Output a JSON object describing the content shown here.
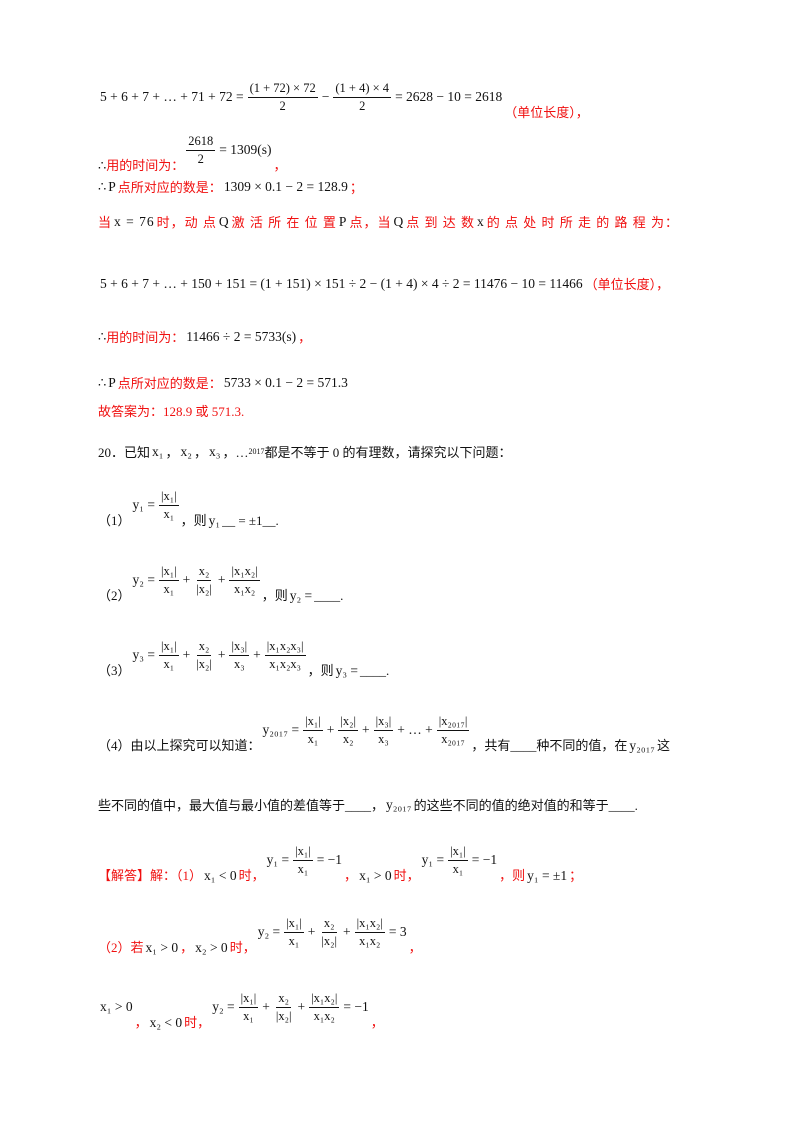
{
  "lines": [
    [
      {
        "m": "5 + 6 + 7 + … + 71 + 72 ="
      },
      {
        "f": [
          "(1 + 72) × 72",
          "2"
        ]
      },
      {
        "m": "−"
      },
      {
        "f": [
          "(1 + 4) × 4",
          "2"
        ]
      },
      {
        "m": "= 2628 − 10 = 2618"
      },
      {
        "r": "      （单位长度），"
      }
    ],
    [
      {
        "t": "∴"
      },
      {
        "r": "用的时间为：   "
      },
      {
        "f": [
          "2618",
          "2"
        ]
      },
      {
        "m": "= 1309(s)"
      },
      {
        "r": "  ，"
      }
    ],
    [
      {
        "t": "∴ "
      },
      {
        "m": "P"
      },
      {
        "r": " 点所对应的数是："
      },
      {
        "m": "1309 × 0.1 − 2 = 128.9"
      },
      {
        "r": " ；"
      }
    ],
    [
      {
        "r": "当 "
      },
      {
        "m": "x = 76"
      },
      {
        "r": "时，动 点 "
      },
      {
        "m": "Q"
      },
      {
        "r": "激 活 所 在 位 置 "
      },
      {
        "m": "P"
      },
      {
        "r": "点，当 "
      },
      {
        "m": "Q"
      },
      {
        "r": "点 到 达 数 "
      },
      {
        "m": "x"
      },
      {
        "r": "的 点 处 时 所 走 的 路 程 为："
      }
    ],
    [
      {
        "m": "5 + 6 + 7 + … + 150 + 151 = (1 + 151) × 151 ÷ 2 − (1 + 4) × 4 ÷ 2 = 11476 − 10 = 11466"
      },
      {
        "r": "  （单位长度），"
      }
    ],
    [
      {
        "t": "∴"
      },
      {
        "r": "用的时间为："
      },
      {
        "m": "11466 ÷ 2 = 5733(s)"
      },
      {
        "r": "，"
      }
    ],
    [
      {
        "t": "∴ "
      },
      {
        "m": "P"
      },
      {
        "r": " 点所对应的数是："
      },
      {
        "m": "5733 × 0.1 − 2 = 571.3"
      }
    ],
    [
      {
        "r": "故答案为：128.9 或 571.3."
      }
    ],
    [
      {
        "t": "20．已知"
      },
      {
        "m": "x₁"
      },
      {
        "t": "，"
      },
      {
        "m": "x₂"
      },
      {
        "t": "，"
      },
      {
        "m": "x₃"
      },
      {
        "t": "，…"
      },
      {
        "s": "2017"
      },
      {
        "t": " 都是不等于 0 的有理数，请探究以下问题："
      }
    ],
    [
      {
        "t": "（1）   "
      },
      {
        "m": "y₁ ="
      },
      {
        "f": [
          "|x₁|",
          "x₁"
        ]
      },
      {
        "t": "，则 "
      },
      {
        "m": "y₁"
      },
      {
        "t": "__ = ±1__."
      }
    ],
    [
      {
        "t": "（2）   "
      },
      {
        "m": "y₂ ="
      },
      {
        "f": [
          "|x₁|",
          "x₁"
        ]
      },
      {
        "m": "+"
      },
      {
        "f": [
          "x₂",
          "|x₂|"
        ]
      },
      {
        "m": "+"
      },
      {
        "f": [
          "|x₁x₂|",
          "x₁x₂"
        ]
      },
      {
        "t": "，则 "
      },
      {
        "m": "y₂ ="
      },
      {
        "t": " ____."
      }
    ],
    [
      {
        "t": "（3）   "
      },
      {
        "m": "y₃ ="
      },
      {
        "f": [
          "|x₁|",
          "x₁"
        ]
      },
      {
        "m": "+"
      },
      {
        "f": [
          "x₂",
          "|x₂|"
        ]
      },
      {
        "m": "+"
      },
      {
        "f": [
          "|x₃|",
          "x₃"
        ]
      },
      {
        "m": "+"
      },
      {
        "f": [
          "|x₁x₂x₃|",
          "x₁x₂x₃"
        ]
      },
      {
        "t": "，则 "
      },
      {
        "m": "y₃ ="
      },
      {
        "t": " ____."
      }
    ],
    [
      {
        "t": "（4）由以上探究可以知道：          "
      },
      {
        "m": "y₂₀₁₇ ="
      },
      {
        "f": [
          "|x₁|",
          "x₁"
        ]
      },
      {
        "m": "+"
      },
      {
        "f": [
          "|x₂|",
          "x₂"
        ]
      },
      {
        "m": "+"
      },
      {
        "f": [
          "|x₃|",
          "x₃"
        ]
      },
      {
        "m": "+ … +"
      },
      {
        "f": [
          "|x₂₀₁₇|",
          "x₂₀₁₇"
        ]
      },
      {
        "t": "，共有____种不同的值，在 "
      },
      {
        "m": "y₂₀₁₇"
      },
      {
        "t": " 这"
      }
    ],
    [
      {
        "t": "些不同的值中，最大值与最小值的差值等于____，  "
      },
      {
        "m": "y₂₀₁₇"
      },
      {
        "t": " 的这些不同的值的绝对值的和等于____."
      }
    ],
    [
      {
        "r": "【解答】解：（1） "
      },
      {
        "m": "x₁ < 0"
      },
      {
        "r": "时，   "
      },
      {
        "m": "y₁ ="
      },
      {
        "f": [
          "|x₁|",
          "x₁"
        ]
      },
      {
        "m": "= −1"
      },
      {
        "r": "  ，"
      },
      {
        "m": "x₁ > 0"
      },
      {
        "r": "时，   "
      },
      {
        "m": "y₁ ="
      },
      {
        "f": [
          "|x₁|",
          "x₁"
        ]
      },
      {
        "m": "= −1"
      },
      {
        "r": "  ，则 "
      },
      {
        "m": "y₁ = ±1"
      },
      {
        "r": "；"
      }
    ],
    [
      {
        "r": "（2）若 "
      },
      {
        "m": "x₁ > 0"
      },
      {
        "r": "，"
      },
      {
        "m": "x₂ > 0"
      },
      {
        "r": "时，   "
      },
      {
        "m": "y₂ ="
      },
      {
        "f": [
          "|x₁|",
          "x₁"
        ]
      },
      {
        "m": "+"
      },
      {
        "f": [
          "x₂",
          "|x₂|"
        ]
      },
      {
        "m": "+"
      },
      {
        "f": [
          "|x₁x₂|",
          "x₁x₂"
        ]
      },
      {
        "m": "= 3"
      },
      {
        "r": "   ，"
      }
    ],
    [
      {
        "m": "x₁ > 0"
      },
      {
        "r": "，"
      },
      {
        "m": "x₂ < 0"
      },
      {
        "r": "时，   "
      },
      {
        "m": "y₂ ="
      },
      {
        "f": [
          "|x₁|",
          "x₁"
        ]
      },
      {
        "m": "+"
      },
      {
        "f": [
          "x₂",
          "|x₂|"
        ]
      },
      {
        "m": "+"
      },
      {
        "f": [
          "|x₁x₂|",
          "x₁x₂"
        ]
      },
      {
        "m": "= −1"
      },
      {
        "r": "    ，"
      }
    ]
  ],
  "colors": {
    "answer_text": "#f01010",
    "body_text": "#111111"
  }
}
